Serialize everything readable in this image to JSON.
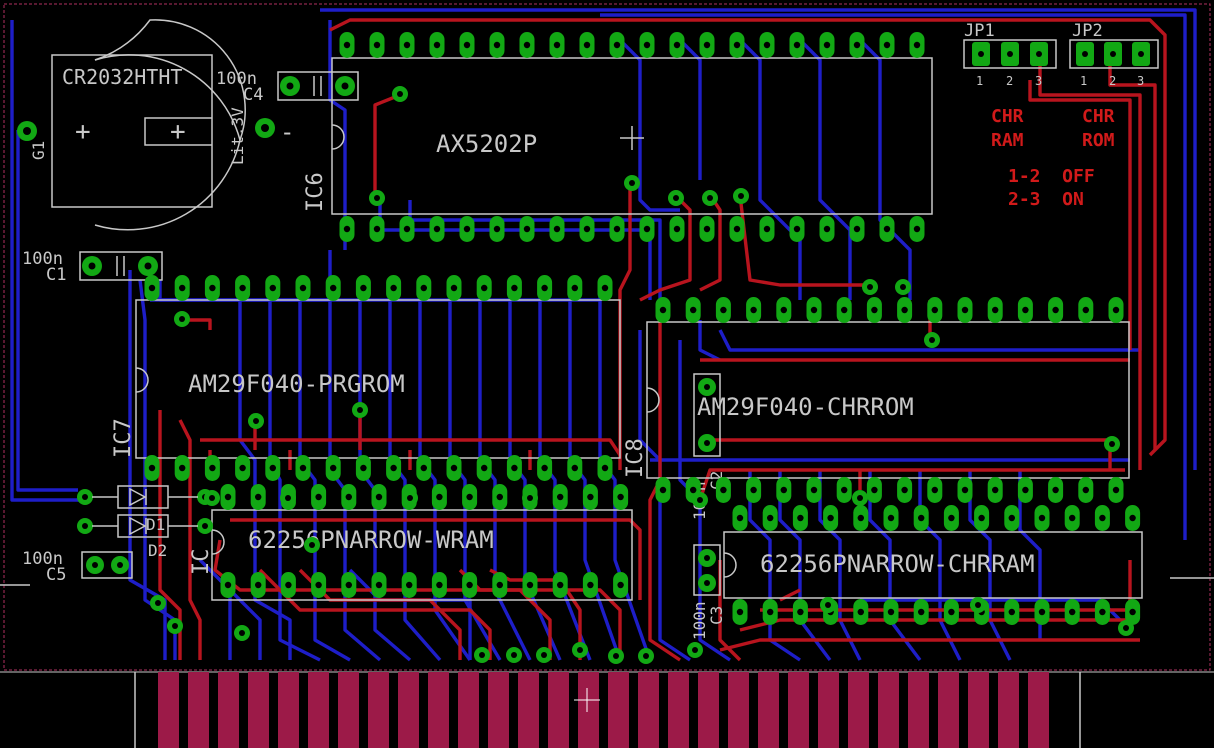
{
  "board": {
    "colors": {
      "background": "#000000",
      "bottom_copper": "#1e1ec8",
      "top_copper": "#b8141e",
      "pad": "#12a814",
      "silkscreen": "#c8c8c8",
      "finger": "#9c1a48"
    }
  },
  "battery": {
    "part": "CR2032HTHT",
    "name": "G1",
    "plus": "+",
    "minus": "-",
    "type_label": "Lit.3V"
  },
  "caps": [
    {
      "name": "C4",
      "value": "100n"
    },
    {
      "name": "C1",
      "value": "100n"
    },
    {
      "name": "C5",
      "value": "100n"
    },
    {
      "name": "C2",
      "value": "100n"
    },
    {
      "name": "C3",
      "value": "100n"
    }
  ],
  "ics": {
    "ic6": {
      "name": "IC6",
      "part": "AX5202P"
    },
    "ic7": {
      "name": "IC7",
      "part": "AM29F040-PRGROM"
    },
    "ic8": {
      "name": "IC8",
      "part": "AM29F040-CHRROM"
    },
    "wram": {
      "name": "IC",
      "part": "62256PNARROW-WRAM"
    },
    "chrram": {
      "part": "62256PNARROW-CHRRAM"
    }
  },
  "diodes": [
    {
      "name": "D1"
    },
    {
      "name": "D2"
    }
  ],
  "jumpers": [
    {
      "name": "JP1",
      "pins": [
        "1",
        "2",
        "3"
      ],
      "label_line1": "CHR",
      "label_line2": "RAM"
    },
    {
      "name": "JP2",
      "pins": [
        "1",
        "2",
        "3"
      ],
      "label_line1": "CHR",
      "label_line2": "ROM"
    }
  ],
  "legend": {
    "line1": "1-2  OFF",
    "line2": "2-3  ON"
  }
}
